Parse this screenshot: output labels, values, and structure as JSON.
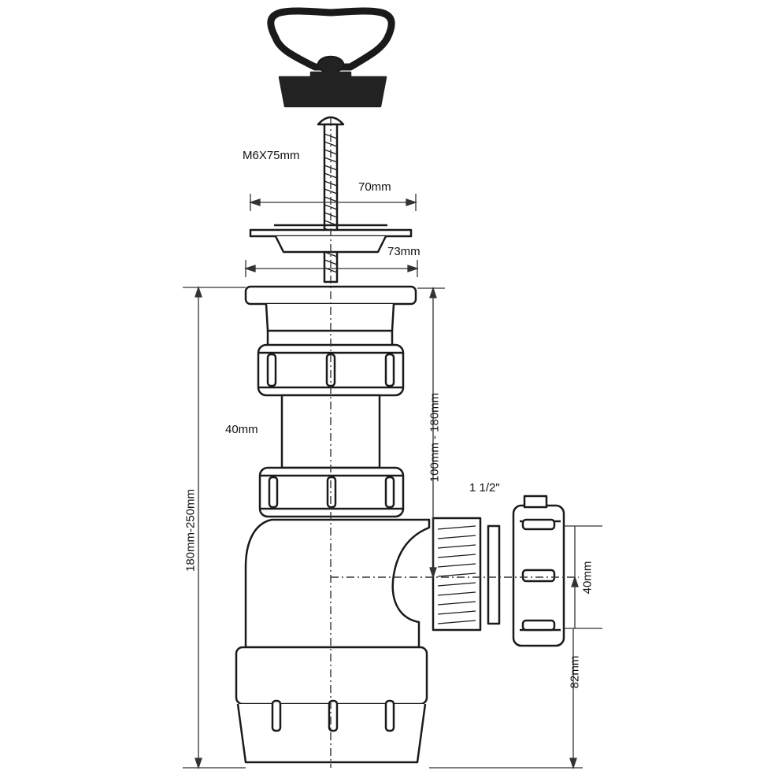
{
  "labels": {
    "bolt": "M6X75mm",
    "flange_top": "70mm",
    "flange_bottom": "73mm",
    "pipe": "40mm",
    "total_height": "180mm-250mm",
    "adjust_height": "100mm - 180mm",
    "thread": "1 1/2\"",
    "outlet": "40mm",
    "outlet_height": "82mm"
  },
  "colors": {
    "line": "#1a1a1a",
    "fill": "#ffffff",
    "plug": "#222222",
    "dim": "#333333"
  }
}
